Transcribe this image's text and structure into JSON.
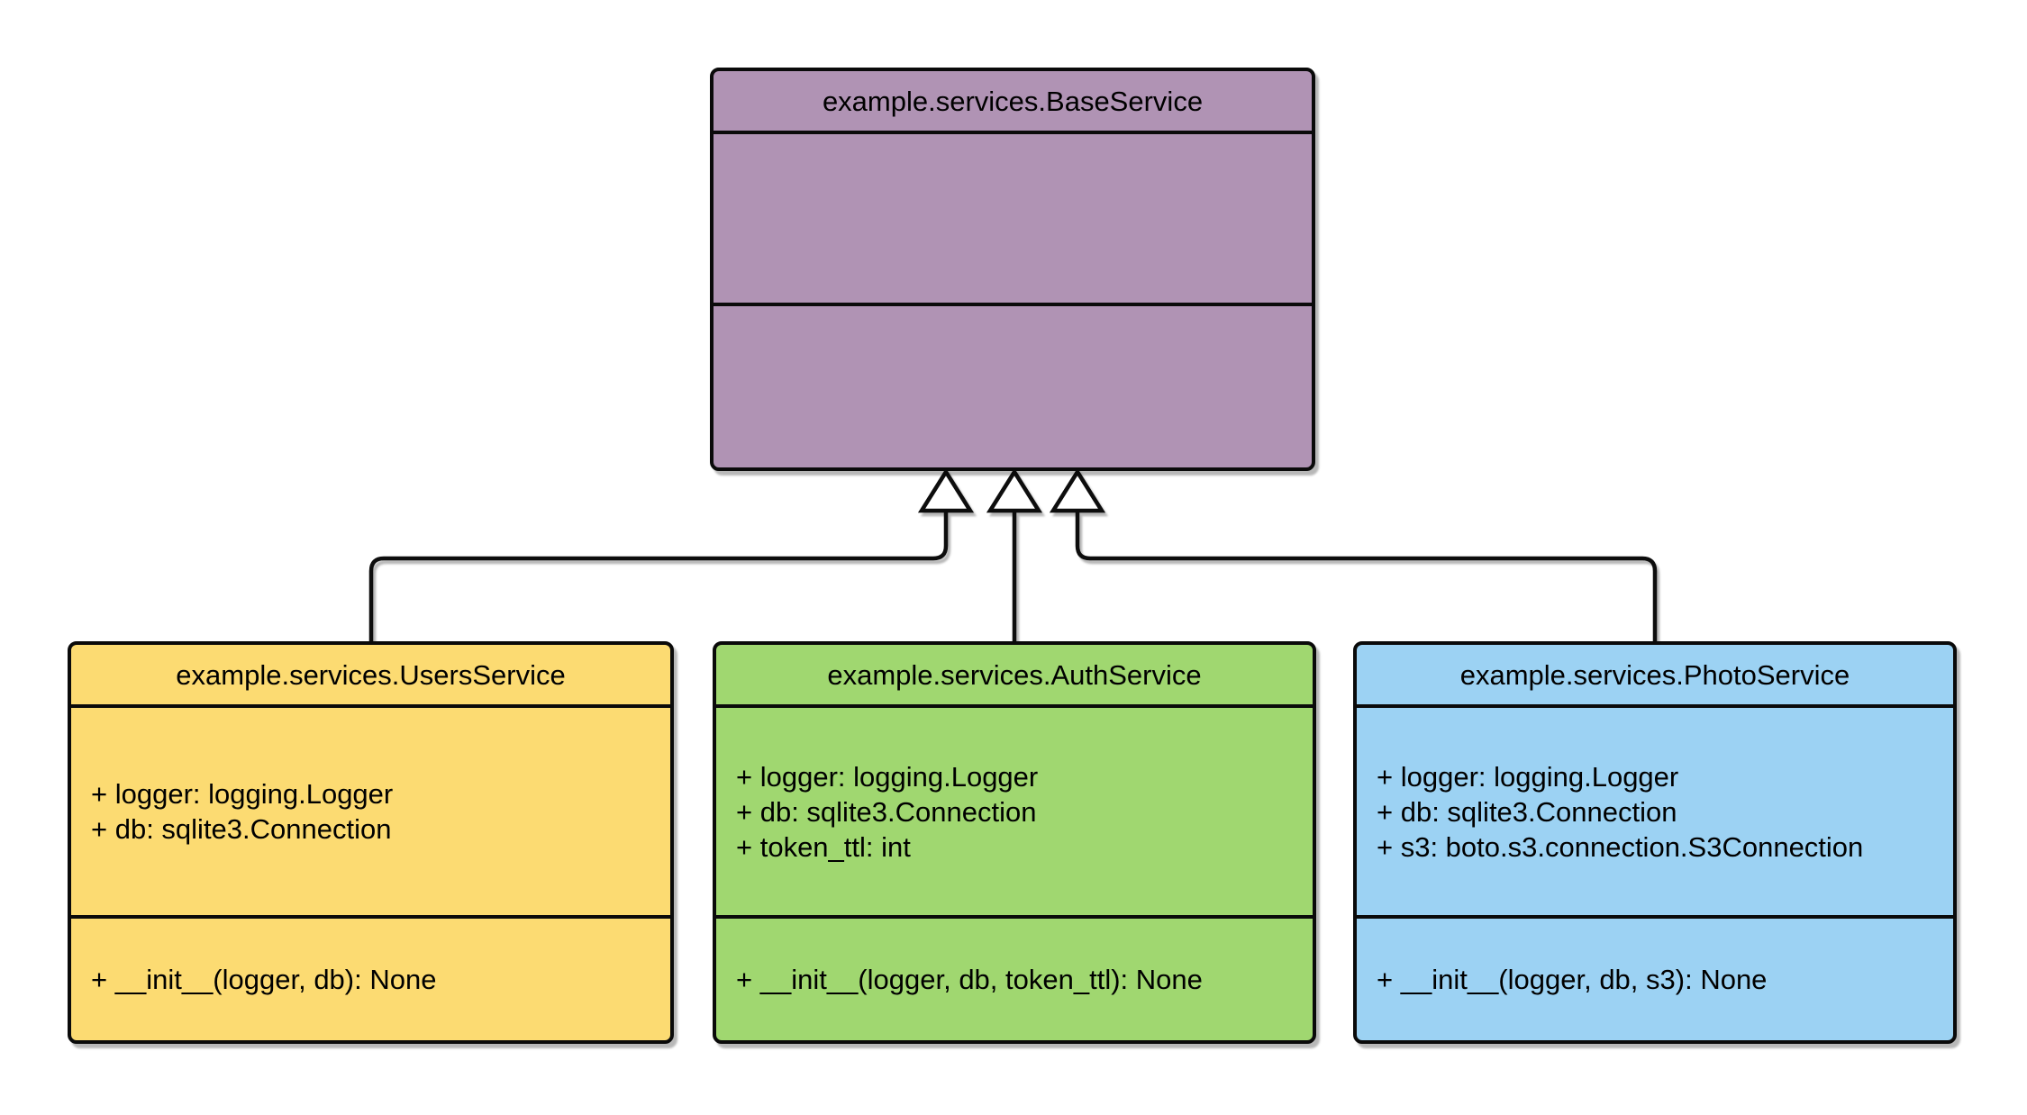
{
  "diagram": {
    "type": "uml-class-diagram",
    "background_color": "#ffffff",
    "stroke_color": "#0a0a0a",
    "classes": [
      {
        "name": "example.services.BaseService",
        "fill": "#b093b4",
        "attributes": [],
        "methods": []
      },
      {
        "name": "example.services.UsersService",
        "fill": "#fcdb72",
        "attributes": [
          "+ logger: logging.Logger",
          "+ db: sqlite3.Connection"
        ],
        "methods": [
          "+ __init__(logger, db): None"
        ]
      },
      {
        "name": "example.services.AuthService",
        "fill": "#a0d770",
        "attributes": [
          "+ logger: logging.Logger",
          "+ db: sqlite3.Connection",
          "+ token_ttl: int"
        ],
        "methods": [
          "+ __init__(logger, db, token_ttl): None"
        ]
      },
      {
        "name": "example.services.PhotoService",
        "fill": "#9cd2f3",
        "attributes": [
          "+ logger: logging.Logger",
          "+ db: sqlite3.Connection",
          "+ s3: boto.s3.connection.S3Connection"
        ],
        "methods": [
          "+ __init__(logger, db, s3): None"
        ]
      }
    ],
    "relationships": [
      {
        "type": "inheritance",
        "from": "example.services.UsersService",
        "to": "example.services.BaseService"
      },
      {
        "type": "inheritance",
        "from": "example.services.AuthService",
        "to": "example.services.BaseService"
      },
      {
        "type": "inheritance",
        "from": "example.services.PhotoService",
        "to": "example.services.BaseService"
      }
    ]
  }
}
